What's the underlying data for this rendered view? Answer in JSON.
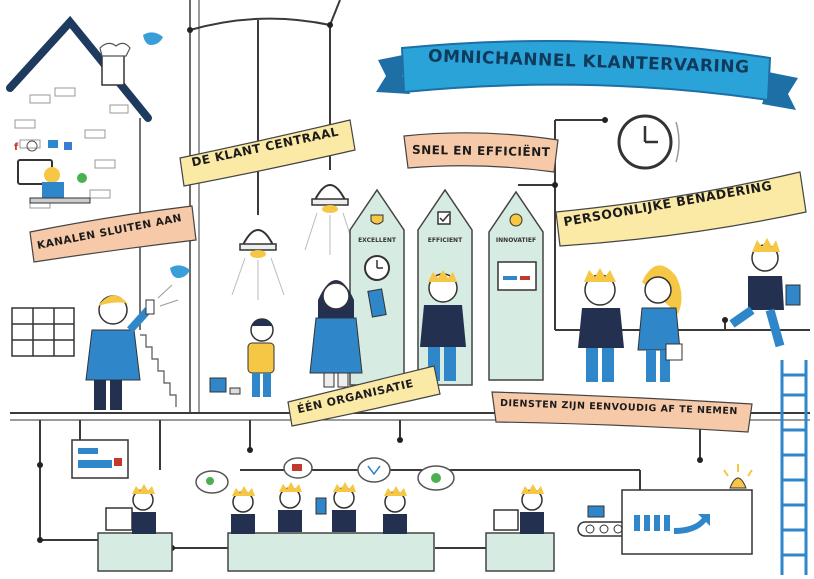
{
  "banners": {
    "title": "OMNICHANNEL KLANTERVARING",
    "klant_centraal": "DE KLANT CENTRAAL",
    "snel_efficient": "SNEL EN EFFICIËNT",
    "persoonlijke": "PERSOONLIJKE BENADERING",
    "kanalen": "KANALEN SLUITEN AAN",
    "een_organisatie": "ÉÉN ORGANISATIE",
    "diensten": "DIENSTEN ZIJN EENVOUDIG AF TE NEMEN"
  },
  "tower_labels": [
    "EXCELLENT",
    "EFFICIENT",
    "INNOVATIEF"
  ],
  "colors": {
    "title_banner": "#2aa3d8",
    "yellow_banner": "#fbe9a6",
    "orange_banner": "#f6c9a8",
    "mint": "#d6ece2",
    "blue_shirt": "#2f86c8",
    "navy": "#23304f",
    "hair_yellow": "#f6c744",
    "line": "#3a3a3a"
  },
  "icons": [
    "house",
    "bird",
    "clock",
    "lamp",
    "trophy",
    "checkbox",
    "lightbulb",
    "laptop",
    "ladder",
    "conveyor",
    "siren",
    "envelope",
    "phone"
  ]
}
